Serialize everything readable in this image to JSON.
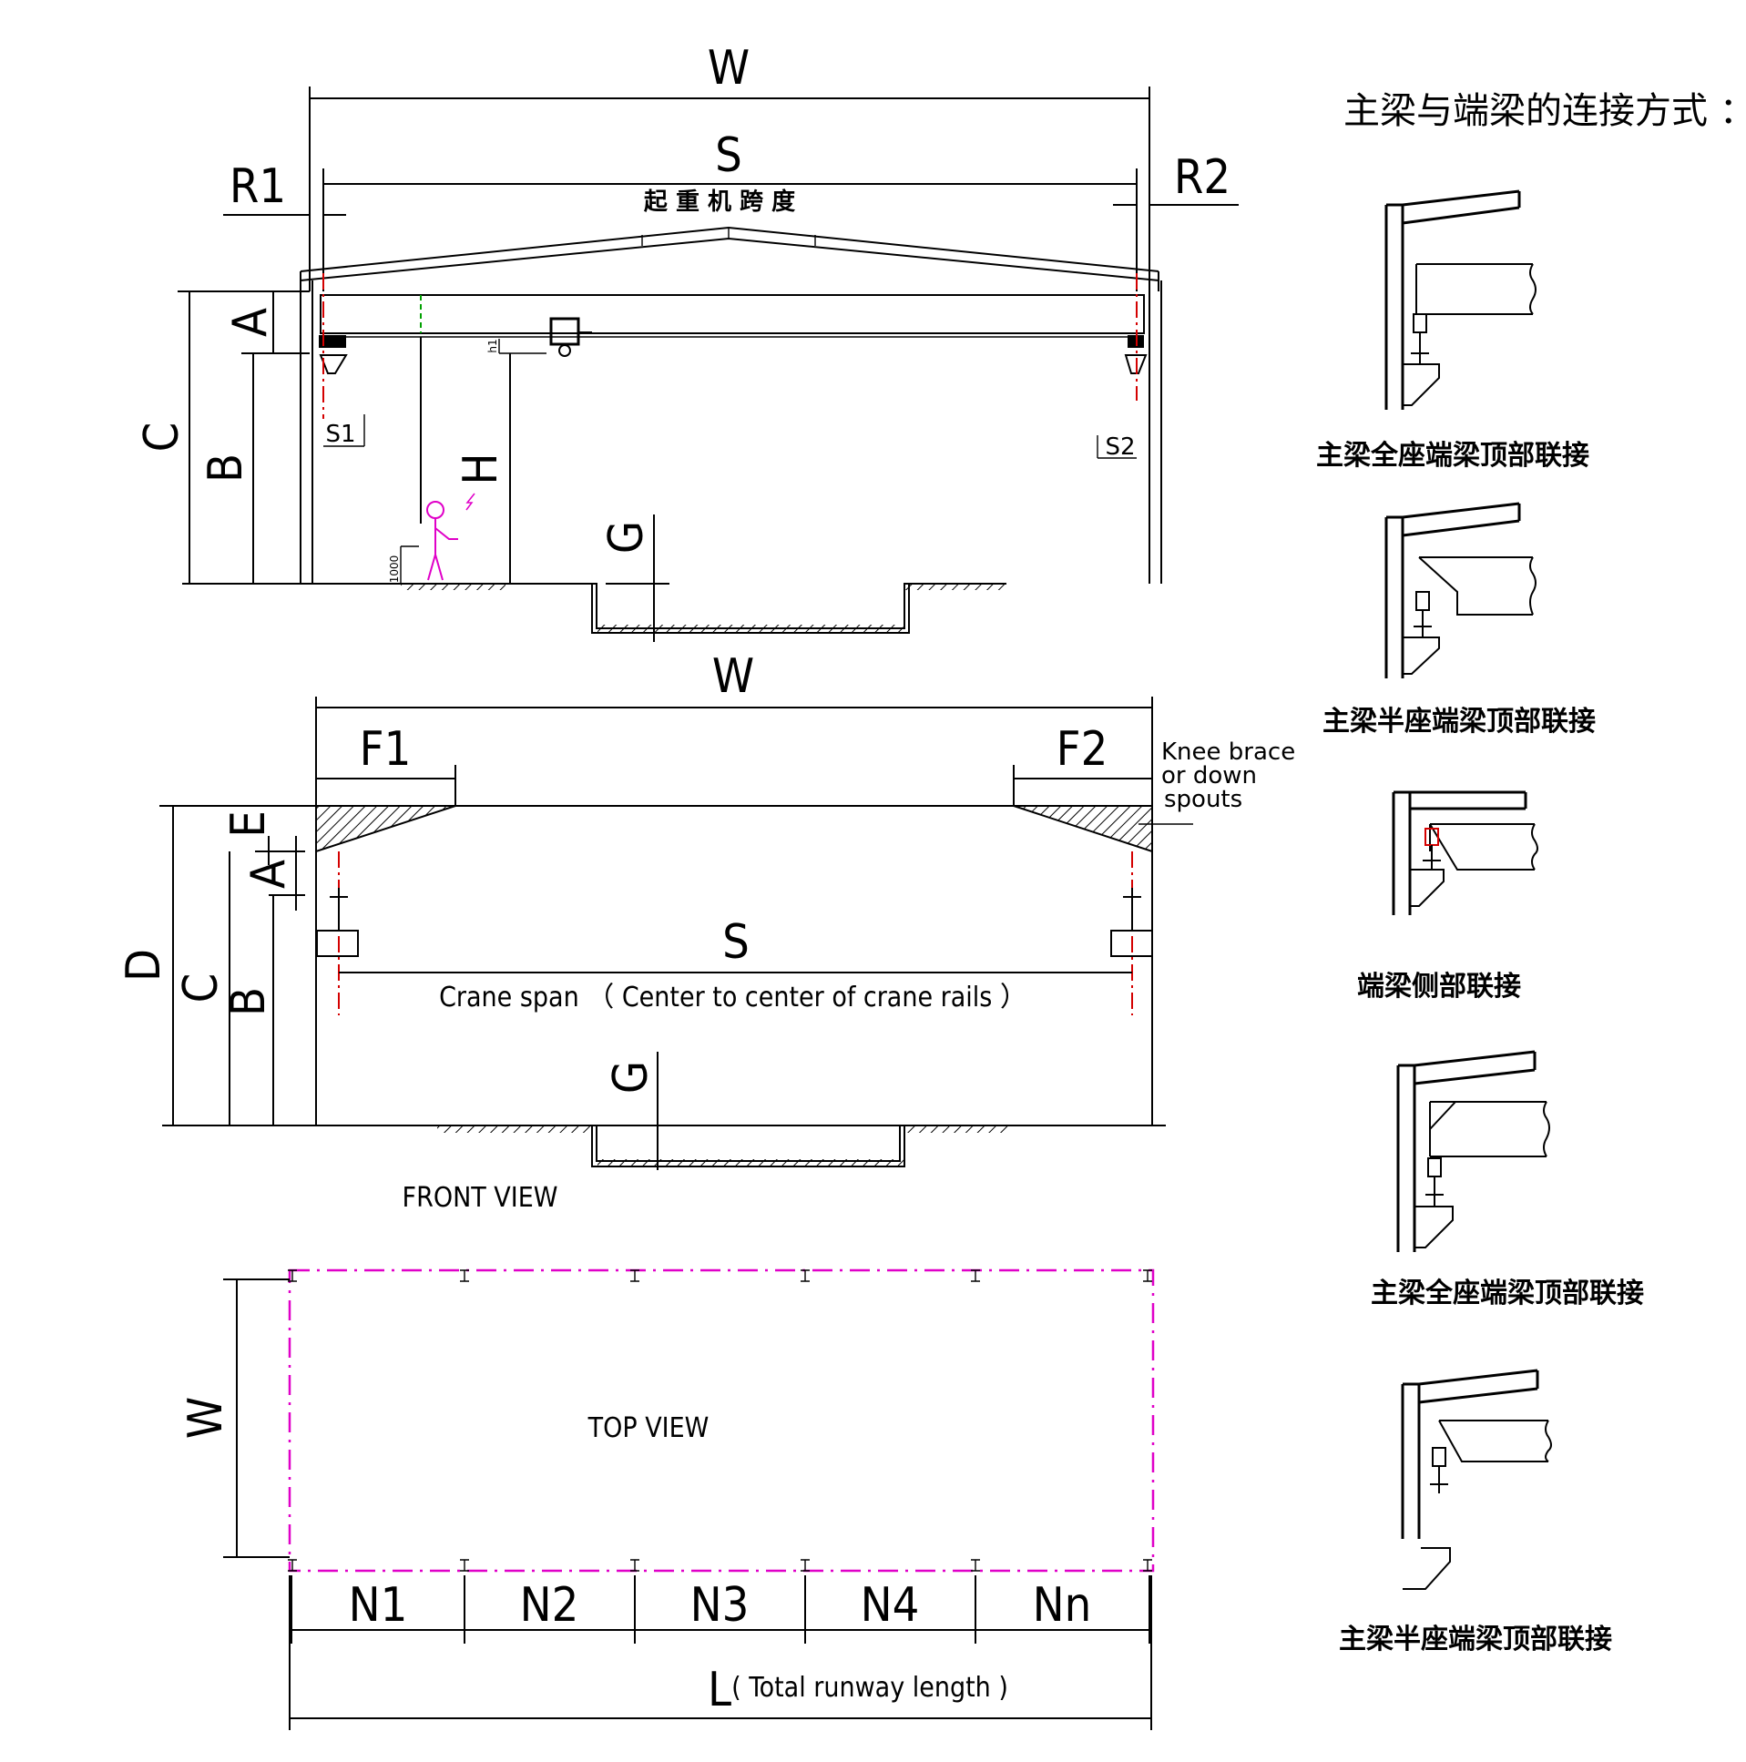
{
  "section_view": {
    "dim_W": "W",
    "dim_S": "S",
    "dim_R1": "R1",
    "dim_R2": "R2",
    "dim_A": "A",
    "dim_B": "B",
    "dim_C": "C",
    "dim_H": "H",
    "dim_G": "G",
    "dim_S1": "S1",
    "dim_S2": "S2",
    "dim_h1": "h1",
    "dim_1000": "1000",
    "span_cn": "起 重 机 跨 度"
  },
  "front_view": {
    "dim_W": "W",
    "dim_F1": "F1",
    "dim_F2": "F2",
    "dim_S": "S",
    "dim_E": "E",
    "dim_A": "A",
    "dim_B": "B",
    "dim_C": "C",
    "dim_D": "D",
    "dim_G": "G",
    "knee_line1": "Knee brace",
    "knee_line2": "or down",
    "knee_line3": "spouts",
    "crane_span": "Crane span （ Center to center of crane rails ）",
    "caption": "FRONT VIEW"
  },
  "top_view": {
    "dim_W": "W",
    "caption": "TOP VIEW",
    "bays": [
      "N1",
      "N2",
      "N3",
      "N4",
      "Nn"
    ],
    "dim_L": "L",
    "total_length": "( Total runway length )"
  },
  "connections": {
    "title": "主梁与端梁的连接方式 ：",
    "items": [
      "主梁全座端梁顶部联接",
      "主梁半座端梁顶部联接",
      "端梁侧部联接",
      "主梁全座端梁顶部联接",
      "主梁半座端梁顶部联接"
    ]
  },
  "colors": {
    "line": "#000000",
    "centerline": "#d40000",
    "outline": "#e000c8"
  }
}
